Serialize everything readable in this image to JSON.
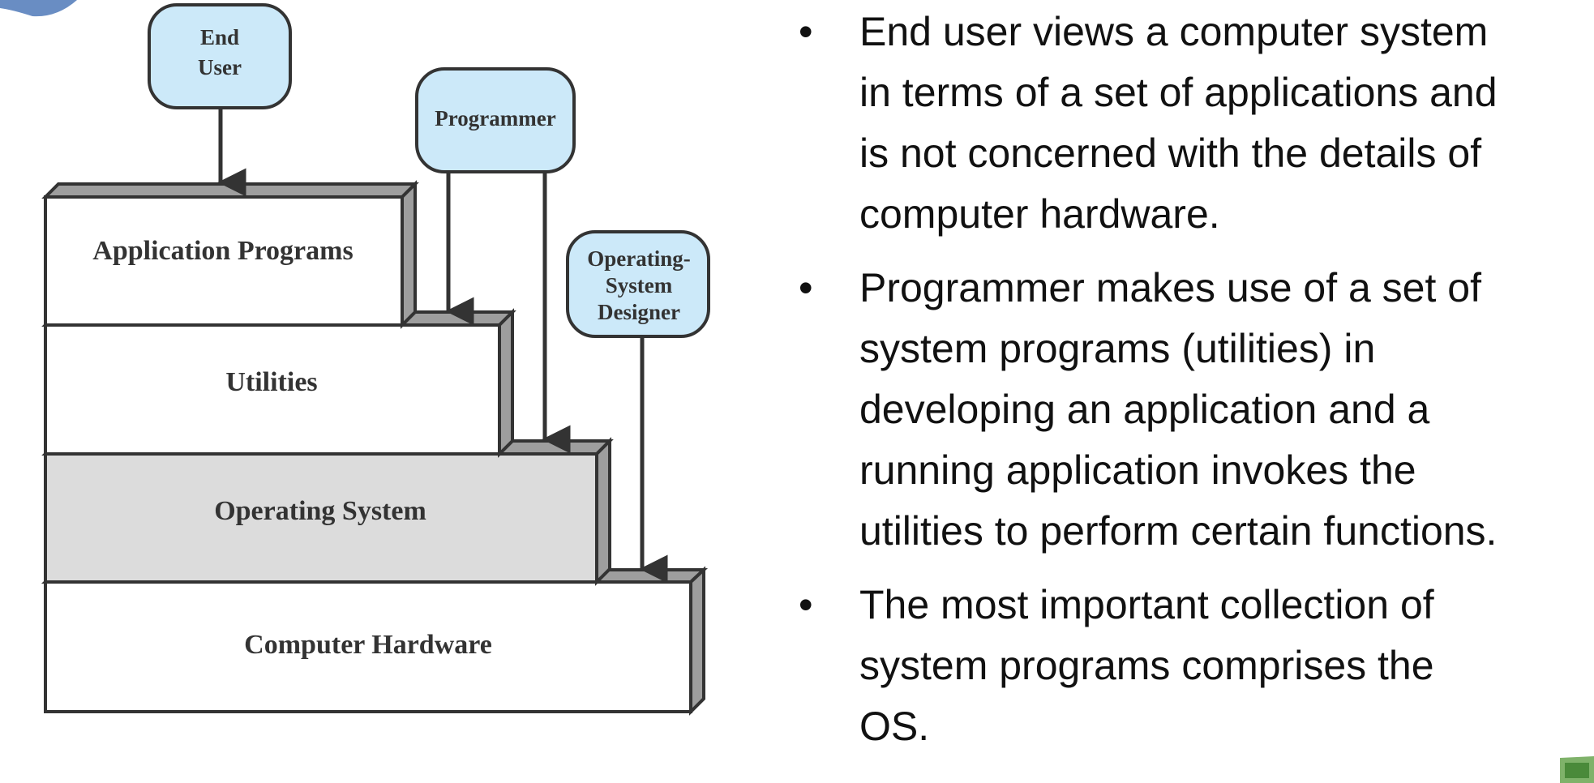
{
  "diagram": {
    "layers": {
      "application_programs": "Application Programs",
      "utilities": "Utilities",
      "operating_system": "Operating System",
      "computer_hardware": "Computer Hardware"
    },
    "actors": {
      "end_user": [
        "End",
        "User"
      ],
      "programmer": [
        "Programmer"
      ],
      "os_designer": [
        "Operating-",
        "System",
        "Designer"
      ]
    },
    "colors": {
      "actor_fill": "#cce9f9",
      "layer_fill": "#ffffff",
      "os_layer_fill": "#dcdcdc",
      "step_top": "#9e9e9e",
      "outline": "#333333"
    }
  },
  "bullets": [
    [
      "End user views a computer system",
      "in terms of a set of applications and",
      "is not concerned with the details of",
      "computer hardware."
    ],
    [
      "Programmer makes use of a set of",
      "system programs (utilities) in",
      "developing an application and a",
      "running application invokes the",
      "utilities to perform certain functions."
    ],
    [
      "The most important collection of",
      "system programs comprises the",
      "OS."
    ]
  ],
  "bullet_symbol": "•"
}
